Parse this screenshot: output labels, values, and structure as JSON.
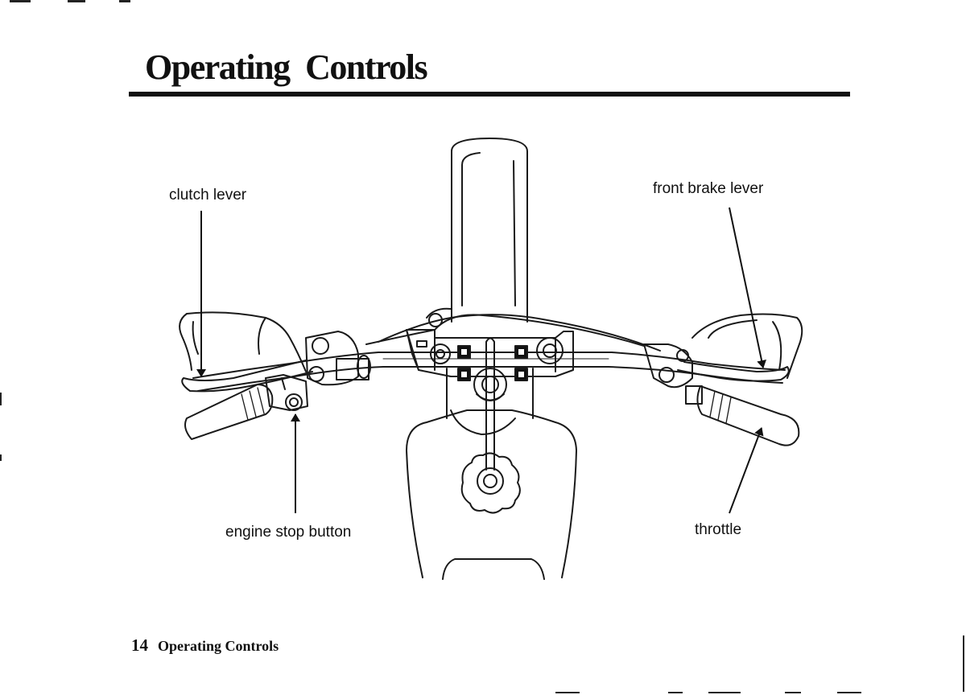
{
  "page": {
    "title": "Operating Controls"
  },
  "figure": {
    "callouts": {
      "clutch_lever": "clutch lever",
      "front_brake_lever": "front brake lever",
      "engine_stop_button": "engine stop button",
      "throttle": "throttle"
    }
  },
  "footer": {
    "page_number": "14",
    "section": "Operating Controls"
  }
}
